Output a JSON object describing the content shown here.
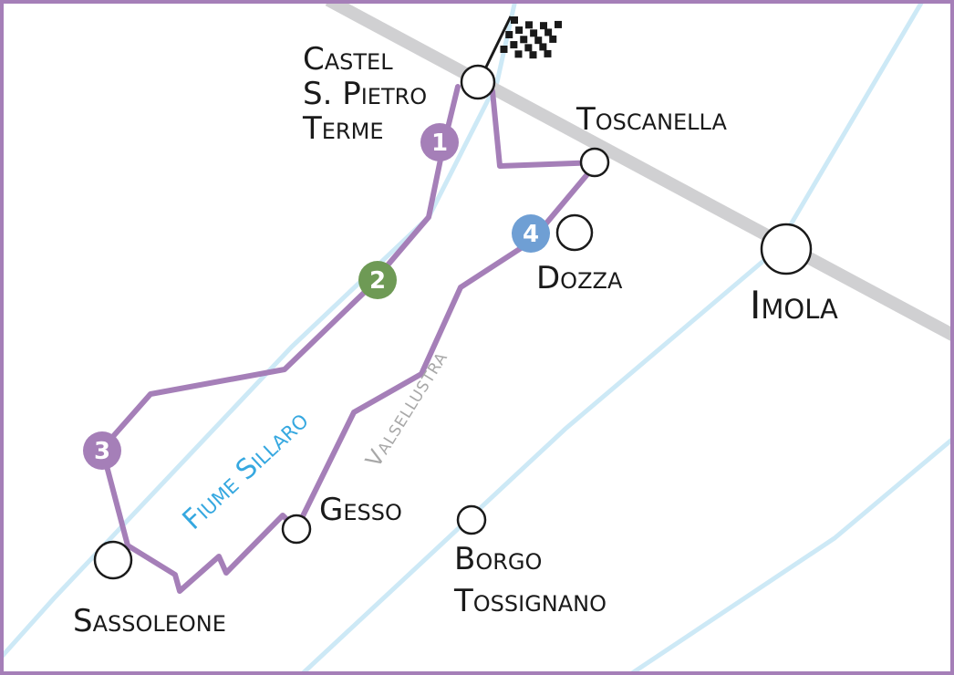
{
  "colors": {
    "frame": "#a57fb8",
    "route": "#a57fb8",
    "river": "#cde9f6",
    "road": "#d0d0d2",
    "town_fill": "#ffffff",
    "town_stroke": "#1a1a1a",
    "river_label": "#36a8e0",
    "valley_label": "#a8a8a8",
    "marker_purple": "#a57fb8",
    "marker_green": "#6e9a55",
    "marker_blue": "#6f9fd4"
  },
  "towns": [
    {
      "id": "castel-s-pietro-terme",
      "lines": [
        "Castel",
        "S. Pietro",
        "Terme"
      ]
    },
    {
      "id": "toscanella",
      "lines": [
        "Toscanella"
      ]
    },
    {
      "id": "dozza",
      "lines": [
        "Dozza"
      ]
    },
    {
      "id": "imola",
      "lines": [
        "Imola"
      ]
    },
    {
      "id": "gesso",
      "lines": [
        "Gesso"
      ]
    },
    {
      "id": "sassoleone",
      "lines": [
        "Sassoleone"
      ]
    },
    {
      "id": "borgo-tossignano",
      "lines": [
        "Borgo",
        "Tossignano"
      ]
    }
  ],
  "waterways": {
    "river_label": "Fiume Sillaro",
    "valley_label": "Valsellustra"
  },
  "markers": [
    {
      "number": "1",
      "color_key": "marker_purple"
    },
    {
      "number": "2",
      "color_key": "marker_green"
    },
    {
      "number": "3",
      "color_key": "marker_purple"
    },
    {
      "number": "4",
      "color_key": "marker_blue"
    }
  ],
  "finish_icon": "checkered-flag-icon"
}
